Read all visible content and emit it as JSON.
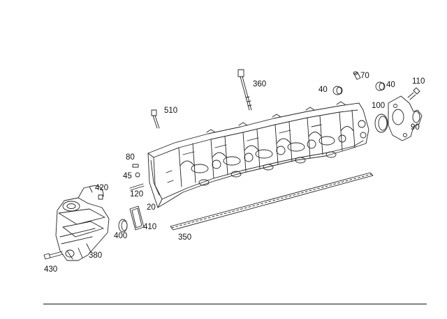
{
  "parts": [
    {
      "id": "p360",
      "number": "360"
    },
    {
      "id": "p70",
      "number": "70"
    },
    {
      "id": "p40a",
      "number": "40"
    },
    {
      "id": "p40b",
      "number": "40"
    },
    {
      "id": "p110",
      "number": "110"
    },
    {
      "id": "p100",
      "number": "100"
    },
    {
      "id": "p90",
      "number": "90"
    },
    {
      "id": "p510",
      "number": "510"
    },
    {
      "id": "p80",
      "number": "80"
    },
    {
      "id": "p45",
      "number": "45"
    },
    {
      "id": "p420",
      "number": "420"
    },
    {
      "id": "p120",
      "number": "120"
    },
    {
      "id": "p20",
      "number": "20"
    },
    {
      "id": "p410",
      "number": "410"
    },
    {
      "id": "p400",
      "number": "400"
    },
    {
      "id": "p350",
      "number": "350"
    },
    {
      "id": "p380",
      "number": "380"
    },
    {
      "id": "p430",
      "number": "430"
    }
  ]
}
